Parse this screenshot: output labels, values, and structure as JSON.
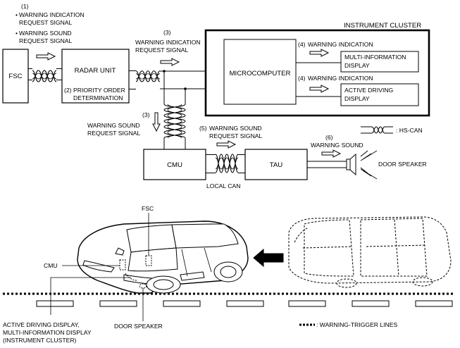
{
  "signals": {
    "s1": {
      "number": "(1)",
      "bullet_warning_indication": "WARNING INDICATION",
      "request_signal_a": "REQUEST SIGNAL",
      "bullet_warning_sound": "WARNING SOUND",
      "request_signal_b": "REQUEST SIGNAL"
    },
    "s2": {
      "number": "(2)",
      "line1": "PRIORITY ORDER",
      "line2": "DETERMINATION"
    },
    "s3_top": {
      "number": "(3)",
      "line1": "WARNING INDICATION",
      "line2": "REQUEST SIGNAL"
    },
    "s3_left": {
      "number": "(3)",
      "line1": "WARNING SOUND",
      "line2": "REQUEST SIGNAL"
    },
    "s4_a": {
      "number": "(4)",
      "label": "WARNING INDICATION"
    },
    "s4_b": {
      "number": "(4)",
      "label": "WARNING INDICATION"
    },
    "s5": {
      "number": "(5)",
      "line1": "WARNING SOUND",
      "line2": "REQUEST SIGNAL"
    },
    "s6": {
      "number": "(6)",
      "label": "WARNING SOUND"
    }
  },
  "blocks": {
    "fsc": "FSC",
    "radar_unit": "RADAR UNIT",
    "instrument_cluster": "INSTRUMENT CLUSTER",
    "microcomputer": "MICROCOMPUTER",
    "mid_line1": "MULTI-INFORMATION",
    "mid_line2": "DISPLAY",
    "add_line1": "ACTIVE DRIVING",
    "add_line2": "DISPLAY",
    "cmu": "CMU",
    "tau": "TAU",
    "door_speaker": "DOOR SPEAKER",
    "local_can": "LOCAL CAN"
  },
  "legend": {
    "hs_can": ": HS-CAN",
    "warning_trigger": ": WARNING-TRIGGER LINES"
  },
  "car_labels": {
    "fsc": "FSC",
    "cmu": "CMU",
    "display_line1": "ACTIVE DRIVING DISPLAY,",
    "display_line2": "MULTI-INFORMATION DISPLAY",
    "display_line3": "(INSTRUMENT CLUSTER)",
    "door_speaker": "DOOR SPEAKER"
  },
  "colors": {
    "line": "#000000",
    "background": "#ffffff"
  }
}
